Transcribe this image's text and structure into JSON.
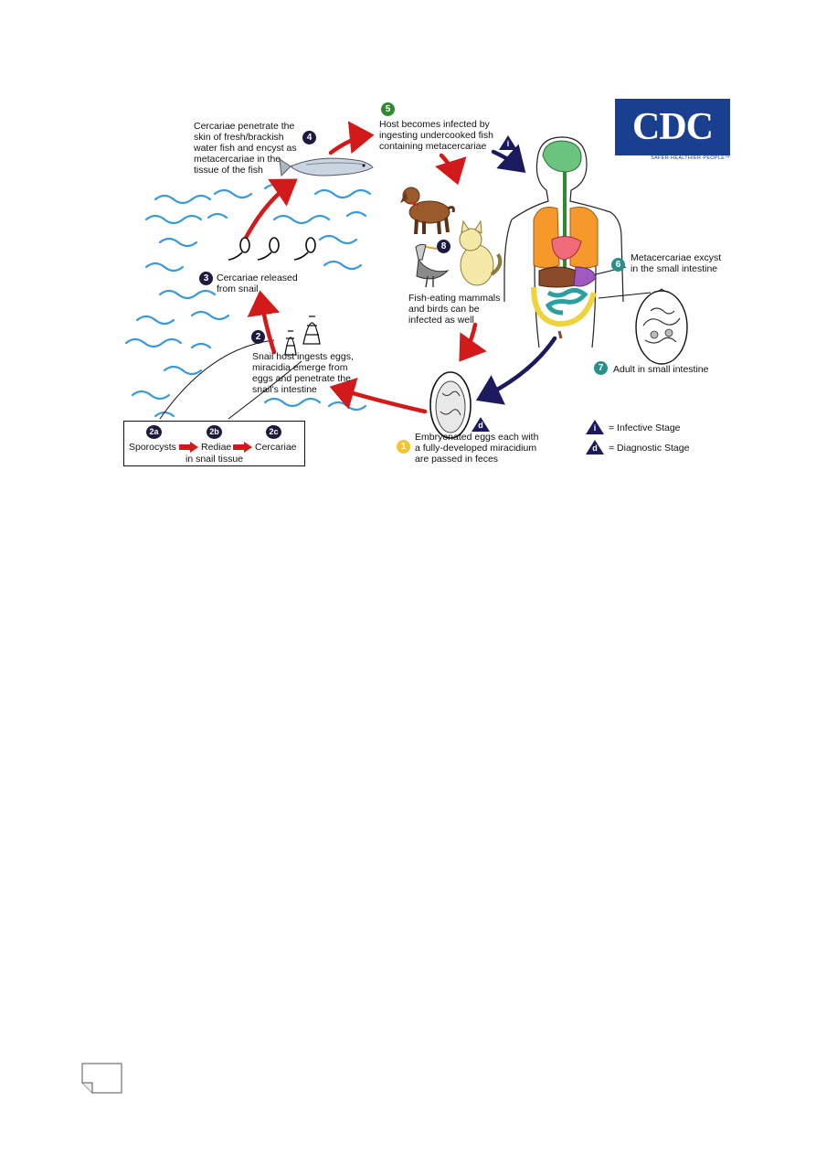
{
  "logo": {
    "text": "CDC",
    "tagline": "SAFER·HEALTHIER·PEOPLE™",
    "colors": {
      "brand": "#1b3f8f"
    }
  },
  "steps": {
    "s1": {
      "num": "1",
      "text_lines": [
        "Embryonated eggs each with",
        "a fully-developed miracidium",
        "are passed in feces"
      ]
    },
    "s2": {
      "num": "2",
      "text_lines": [
        "Snail host ingests eggs,",
        "miracidia emerge from",
        "eggs and penetrate the",
        "snail's intestine"
      ]
    },
    "s3": {
      "num": "3",
      "text_lines": [
        "Cercariae released",
        "from snail"
      ]
    },
    "s4": {
      "num": "4",
      "text_lines": [
        "Cercariae penetrate the",
        "skin of fresh/brackish",
        "water fish and encyst as",
        "metacercariae in the",
        "tissue of the fish"
      ]
    },
    "s5": {
      "num": "5",
      "text_lines": [
        "Host becomes infected by",
        "ingesting undercooked fish",
        "containing metacercariae"
      ]
    },
    "s6": {
      "num": "6",
      "text_lines": [
        "Metacercariae excyst",
        "in the small intestine"
      ]
    },
    "s7": {
      "num": "7",
      "text_lines": [
        "Adult in small intestine"
      ]
    },
    "s8": {
      "num": "8",
      "text_lines": [
        "Fish-eating mammals",
        "and birds can be",
        "infected as well"
      ]
    }
  },
  "snail_stages": {
    "a": {
      "num": "2a",
      "label": "Sporocysts"
    },
    "b": {
      "num": "2b",
      "label": "Rediae"
    },
    "c": {
      "num": "2c",
      "label": "Cercariae"
    },
    "caption": "in snail tissue"
  },
  "legend": {
    "infective": {
      "symbol": "i",
      "label": "= Infective Stage"
    },
    "diagnostic": {
      "symbol": "d",
      "label": "= Diagnostic Stage"
    }
  },
  "colors": {
    "red_arrow": "#d21a1a",
    "blue_arrow": "#1c1a5e",
    "water": "#3a9ad9",
    "badge_dark": "#1c1a3e",
    "badge_green": "#2f8a2f",
    "badge_teal": "#2a8f8a",
    "badge_yellow": "#f4c430"
  }
}
